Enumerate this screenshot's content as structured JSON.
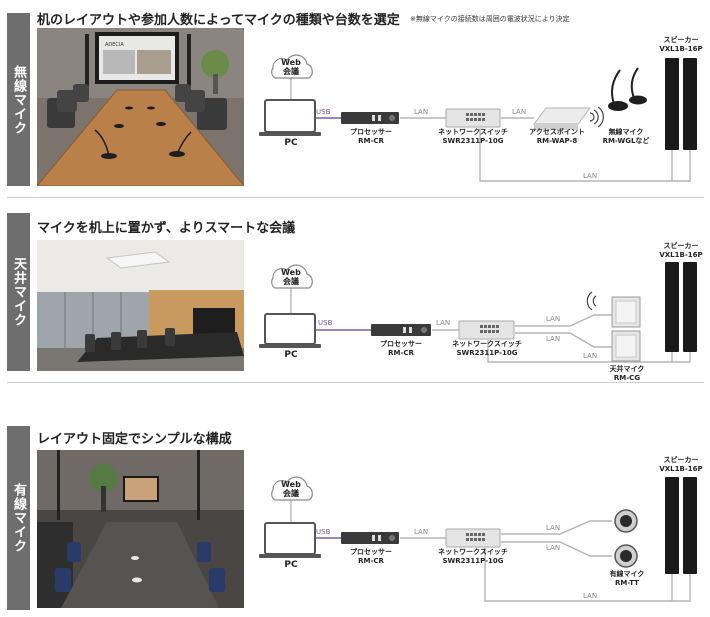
{
  "note": "※無線マイクの接続数は周囲の電波状況により決定",
  "sections": [
    {
      "tab": "無線マイク",
      "heading": "机のレイアウトや参加人数によってマイクの種類や台数を選定",
      "cloud": [
        "Web",
        "会議"
      ],
      "pc": "PC",
      "usb": "USB",
      "processor": [
        "プロセッサー",
        "RM-CR"
      ],
      "switch": [
        "ネットワークスイッチ",
        "SWR2311P-10G"
      ],
      "ap": [
        "アクセスポイント",
        "RM-WAP-8"
      ],
      "mic": [
        "無線マイク",
        "RM-WGLなど"
      ],
      "speaker": [
        "スピーカー",
        "VXL1B-16P"
      ],
      "lan": "LAN"
    },
    {
      "tab": "天井マイク",
      "heading": "マイクを机上に置かず、よりスマートな会議",
      "cloud": [
        "Web",
        "会議"
      ],
      "pc": "PC",
      "usb": "USB",
      "processor": [
        "プロセッサー",
        "RM-CR"
      ],
      "switch": [
        "ネットワークスイッチ",
        "SWR2311P-10G"
      ],
      "mic": [
        "天井マイク",
        "RM-CG"
      ],
      "speaker": [
        "スピーカー",
        "VXL1B-16P"
      ],
      "lan": "LAN"
    },
    {
      "tab": "有線マイク",
      "heading": "レイアウト固定でシンプルな構成",
      "cloud": [
        "Web",
        "会議"
      ],
      "pc": "PC",
      "usb": "USB",
      "processor": [
        "プロセッサー",
        "RM-CR"
      ],
      "switch": [
        "ネットワークスイッチ",
        "SWR2311P-10G"
      ],
      "mic": [
        "有線マイク",
        "RM-TT"
      ],
      "speaker": [
        "スピーカー",
        "VXL1B-16P"
      ],
      "lan": "LAN"
    }
  ],
  "colors": {
    "tab": "#6e6e6e",
    "usb": "#7a5aa6",
    "lan": "#b5b5b5",
    "device": "#3a3a3a"
  }
}
